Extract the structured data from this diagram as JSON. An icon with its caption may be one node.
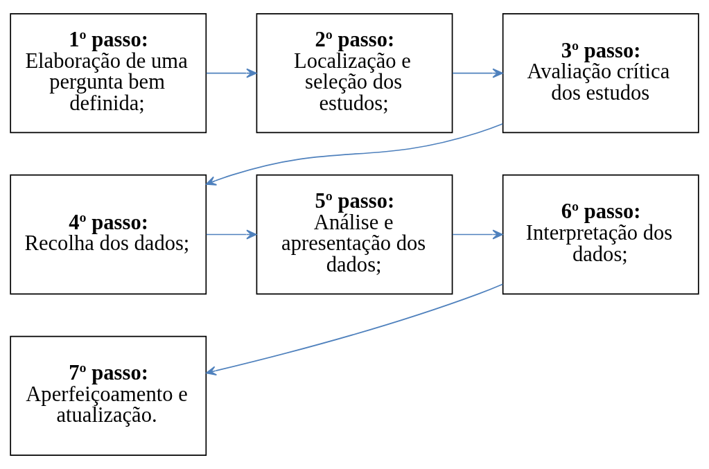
{
  "diagram": {
    "nodes": [
      {
        "text": [
          "1º passo:",
          "Elaboração de uma pergunta bem definida;"
        ]
      },
      {
        "text": [
          "2º passo:",
          "Localização e seleção dos estudos;"
        ]
      },
      {
        "text": [
          "3º passo:",
          "Avaliação crítica dos estudos"
        ]
      },
      {
        "text": [
          "4º passo:",
          "Recolha dos dados;"
        ]
      },
      {
        "text": [
          "5º passo:",
          "Análise e apresentação dos dados;"
        ]
      },
      {
        "text": [
          "6º passo:",
          "Interpretação dos dados;"
        ]
      },
      {
        "text": [
          "7º passo:",
          "Aperfeiçoamento e atualização."
        ]
      }
    ],
    "edges": [
      {
        "from": 0,
        "to": 1,
        "arrow": "to"
      },
      {
        "from": 1,
        "to": 2,
        "arrow": "to"
      },
      {
        "from": 2,
        "to": 3,
        "arrow": "to"
      },
      {
        "from": 3,
        "to": 4,
        "arrow": "to"
      },
      {
        "from": 4,
        "to": 5,
        "arrow": "to"
      },
      {
        "from": 5,
        "to": 6,
        "arrow": "to"
      }
    ]
  }
}
